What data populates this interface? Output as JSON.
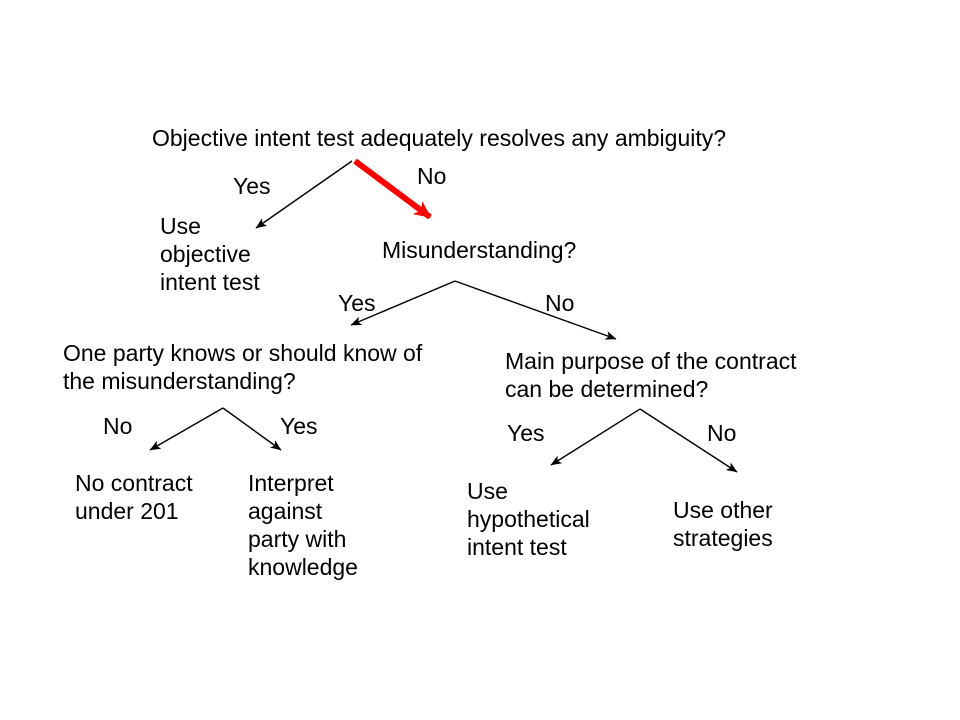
{
  "diagram": {
    "type": "decision-tree",
    "colors": {
      "background": "#ffffff",
      "text": "#000000",
      "arrow": "#000000",
      "emphasis_arrow": "#ff0000"
    },
    "nodes": {
      "q_objective": {
        "label": "Objective intent test adequately resolves any ambiguity?"
      },
      "a_use_objective": {
        "label": "Use objective intent test"
      },
      "q_misunderstanding": {
        "label": "Misunderstanding?"
      },
      "q_party_knows": {
        "label": "One party knows or should know of the misunderstanding?"
      },
      "a_no_contract": {
        "label": "No contract under 201"
      },
      "a_interpret_against": {
        "label": "Interpret against party with knowledge"
      },
      "q_main_purpose": {
        "label": "Main purpose of the contract can be determined?"
      },
      "a_hypothetical": {
        "label": "Use hypothetical intent test"
      },
      "a_other_strategies": {
        "label": "Use other strategies"
      }
    },
    "edges": {
      "objective_yes": {
        "label": "Yes"
      },
      "objective_no": {
        "label": "No"
      },
      "misunderstanding_yes": {
        "label": "Yes"
      },
      "misunderstanding_no": {
        "label": "No"
      },
      "party_knows_no": {
        "label": "No"
      },
      "party_knows_yes": {
        "label": "Yes"
      },
      "main_purpose_yes": {
        "label": "Yes"
      },
      "main_purpose_no": {
        "label": "No"
      }
    }
  }
}
